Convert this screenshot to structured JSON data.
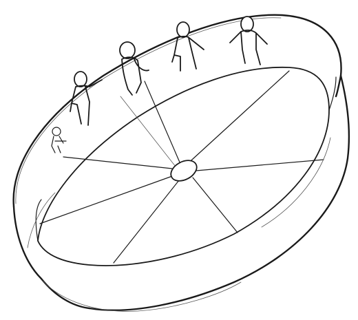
{
  "image": {
    "kind": "pencil-sketch",
    "subject": "rotating-space-station-wheel",
    "ink_color": "#1a1a1a",
    "background_color": "#ffffff",
    "spoke_count": 8,
    "figure_count": 5
  }
}
